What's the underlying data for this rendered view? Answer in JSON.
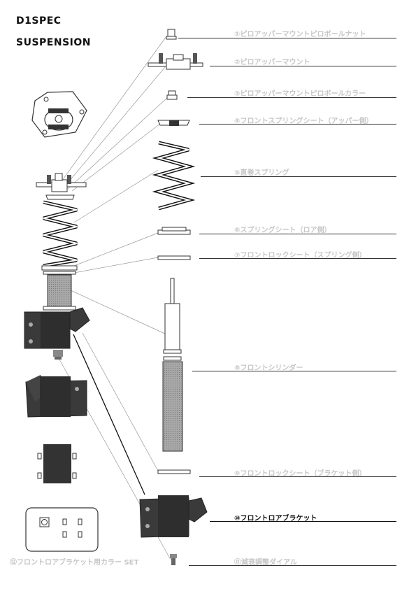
{
  "title": {
    "line1": "D1SPEC",
    "line2": "SUSPENSION"
  },
  "parts": [
    {
      "label": "①ピロアッパーマウントピロボールナット"
    },
    {
      "label": "②ピロアッパーマウント"
    },
    {
      "label": "③ピロアッパーマウントピロボールカラー"
    },
    {
      "label": "④フロントスプリングシート（アッパー側）"
    },
    {
      "label": "⑤直巻スプリング"
    },
    {
      "label": "⑥スプリングシート（ロア側）"
    },
    {
      "label": "⑦フロントロックシート（スプリング側）"
    },
    {
      "label": "⑧フロントシリンダー"
    },
    {
      "label": "⑨フロントロックシート（ブラケット側）"
    },
    {
      "label": "⑩フロントロアブラケット",
      "highlighted": true
    },
    {
      "label": "⑪減衰調整ダイアル"
    },
    {
      "label": "⑫フロントロアブラケット用カラー SET"
    }
  ],
  "colors": {
    "highlight": "#111111",
    "muted_label": "#c6c6c6",
    "part_dark": "#3a3a3a",
    "cylinder_gray": "#9a9a9a"
  }
}
